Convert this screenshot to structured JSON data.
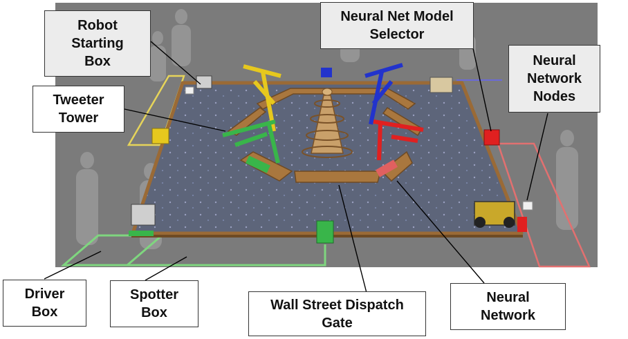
{
  "labels": {
    "robot_starting_box": "Robot\nStarting\nBox",
    "tweeter_tower": "Tweeter\nTower",
    "neural_net_model_selector": "Neural Net Model\nSelector",
    "neural_network_nodes": "Neural\nNetwork\nNodes",
    "driver_box": "Driver\nBox",
    "spotter_box": "Spotter\nBox",
    "wall_street_dispatch_gate": "Wall Street Dispatch\nGate",
    "neural_network": "Neural\nNetwork"
  },
  "colors": {
    "background": "#7a7a7a",
    "field_mat": "#5c6478",
    "wall": "#9a6a36",
    "alliance_green": "#39b54a",
    "alliance_red": "#e02020",
    "alliance_blue": "#2233cc",
    "tower_yellow": "#e6c81e",
    "callout_fill": "#ececec"
  }
}
